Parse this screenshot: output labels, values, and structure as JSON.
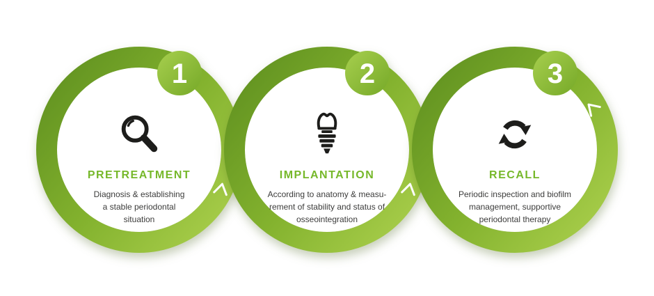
{
  "steps": [
    {
      "number": "1",
      "title": "PRETREATMENT",
      "description": "Diagnosis & establishing\na stable periodontal\nsituation",
      "icon": "magnifier-icon"
    },
    {
      "number": "2",
      "title": "IMPLANTATION",
      "description": "According to anatomy & measu-\nrement of stability and status of\nosseointegration",
      "icon": "implant-icon"
    },
    {
      "number": "3",
      "title": "RECALL",
      "description": "Periodic inspection and biofilm\nmanagement, supportive\nperiodontal therapy",
      "icon": "recycle-icon"
    }
  ],
  "colors": {
    "ring_gradient_start": "#5e8f1f",
    "ring_gradient_end": "#a6cc49",
    "badge_green": "#8bbf36",
    "title_green": "#76b82a",
    "text_dark": "#3c3c3b",
    "icon_black": "#1d1d1b",
    "background": "#ffffff"
  }
}
